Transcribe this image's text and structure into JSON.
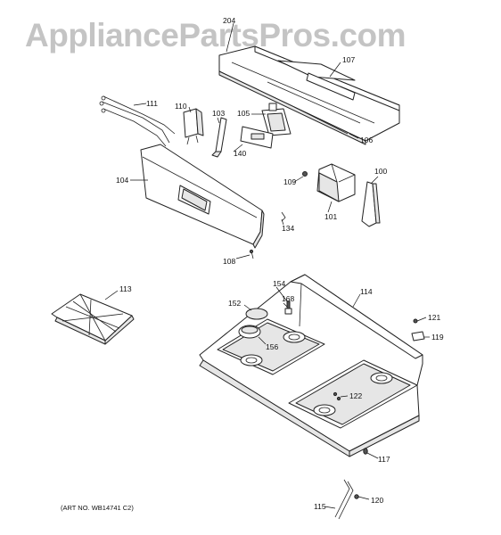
{
  "watermark": "AppliancePartsPros.com",
  "art_number": "(ART NO. WB14741 C2)",
  "callouts": {
    "c204": "204",
    "c107": "107",
    "c106": "106",
    "c111": "111",
    "c110": "110",
    "c103": "103",
    "c105": "105",
    "c140": "140",
    "c104": "104",
    "c109": "109",
    "c100": "100",
    "c101": "101",
    "c134": "134",
    "c108": "108",
    "c113": "113",
    "c154": "154",
    "c114": "114",
    "c152": "152",
    "c168": "168",
    "c156": "156",
    "c121": "121",
    "c119": "119",
    "c122": "122",
    "c117": "117",
    "c115": "115",
    "c120": "120"
  }
}
